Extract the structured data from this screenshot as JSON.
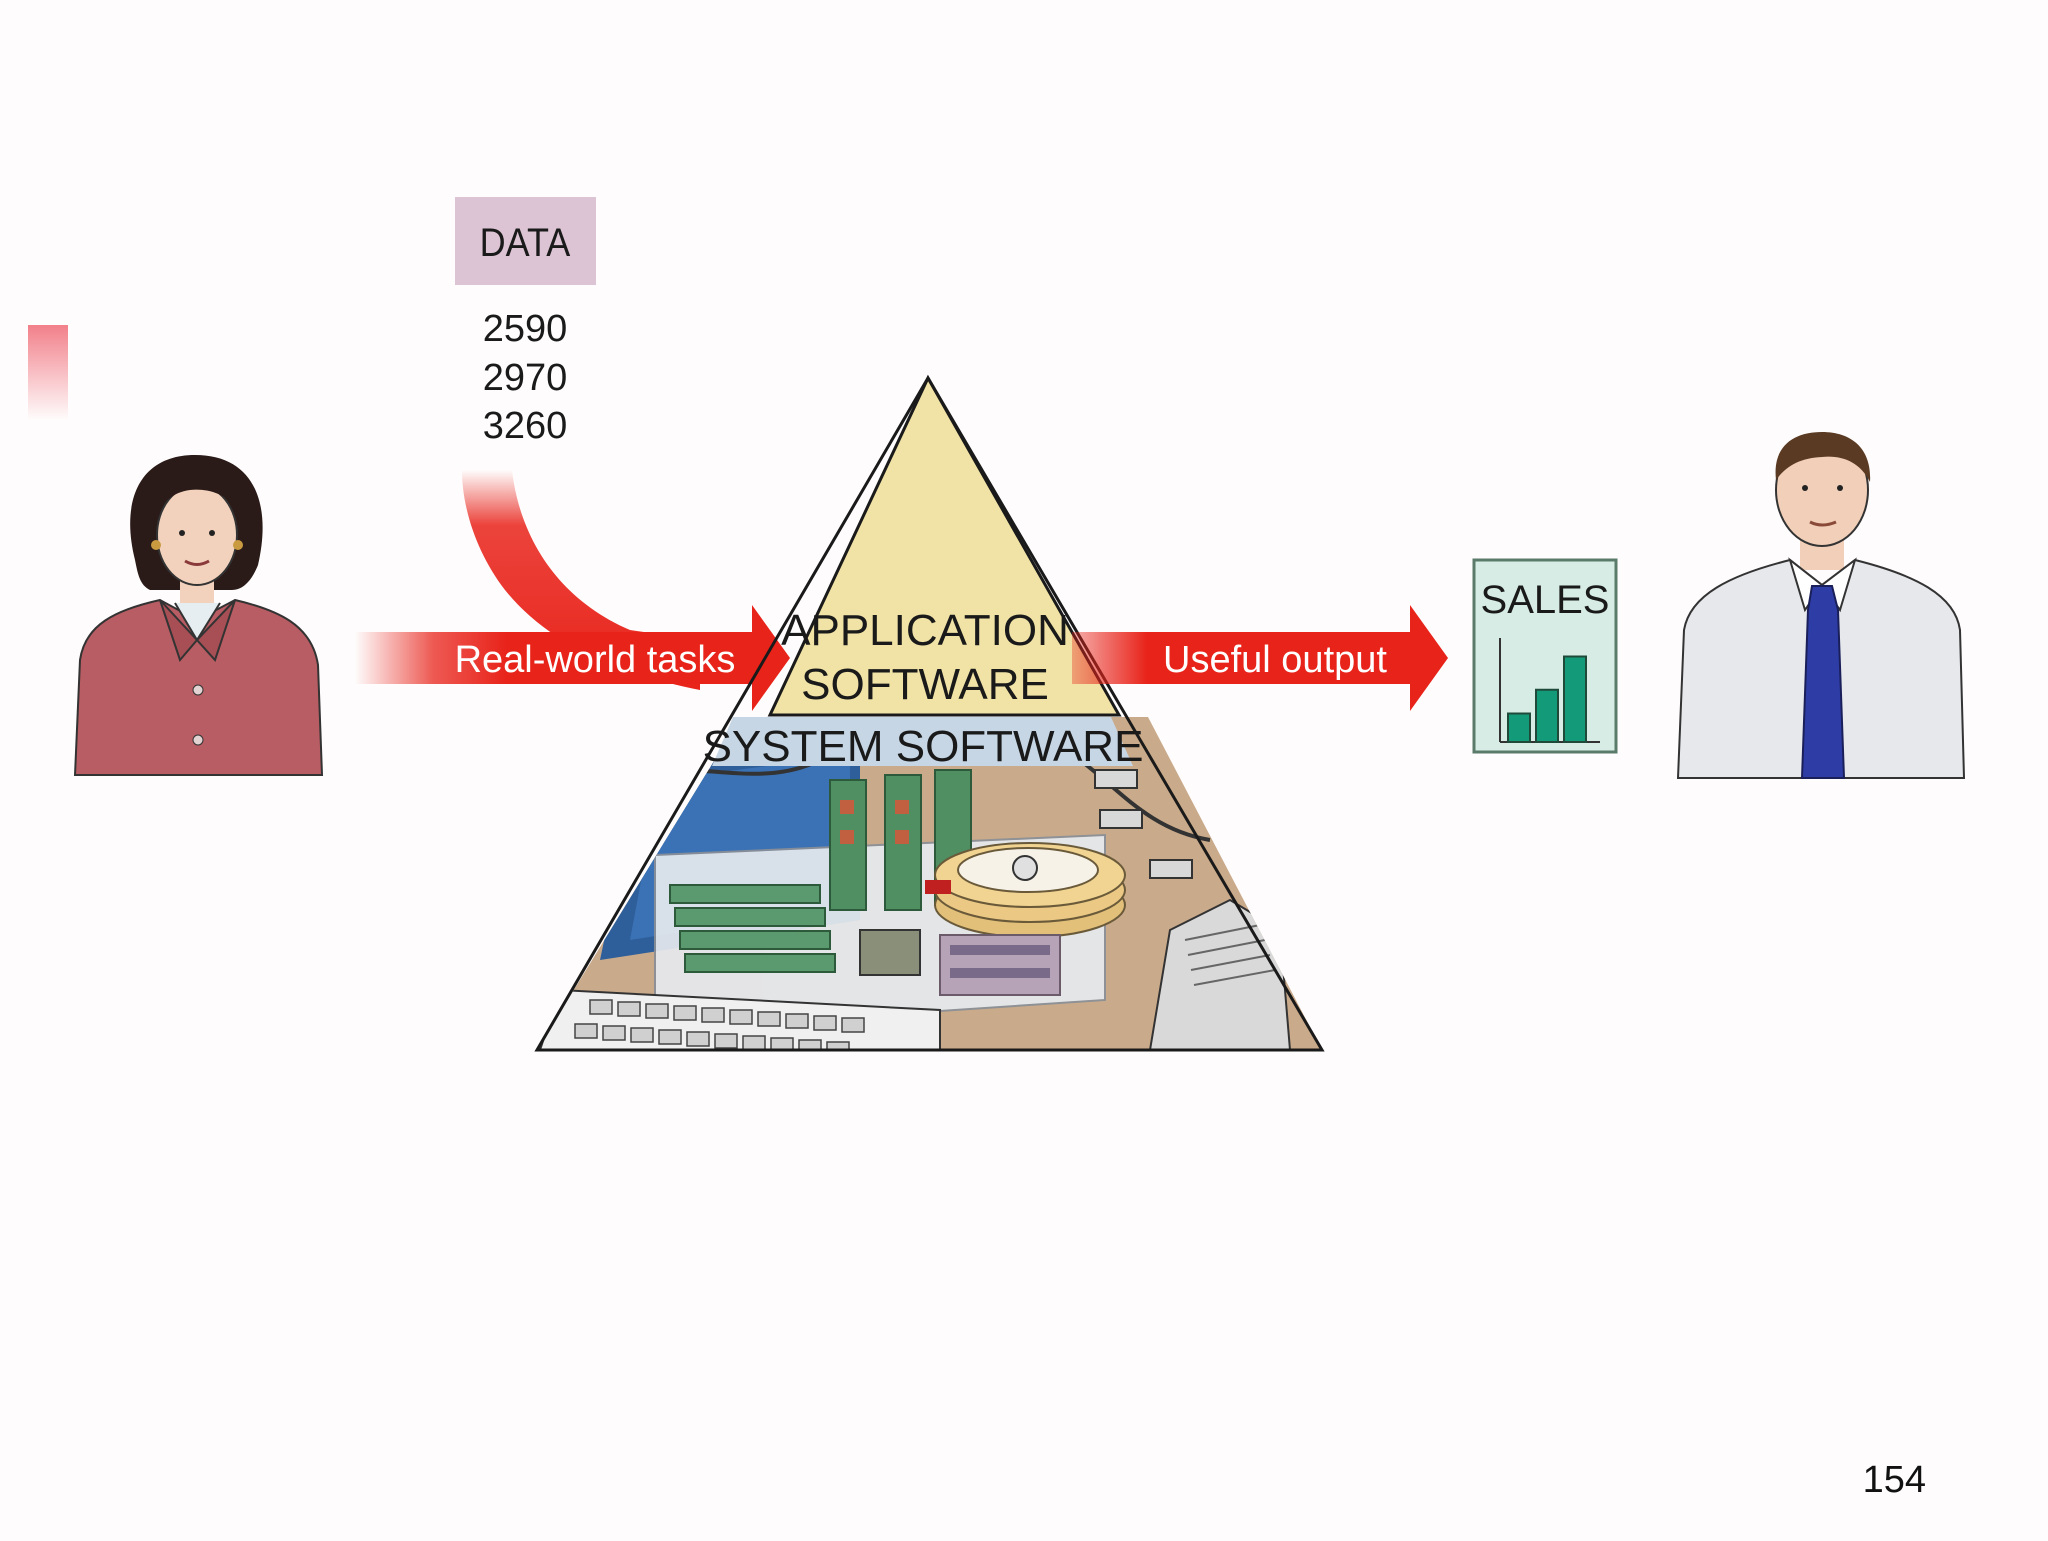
{
  "diagram": {
    "data_box": {
      "label": "DATA",
      "values": [
        "2590",
        "2970",
        "3260"
      ]
    },
    "input_arrow_label": "Real-world tasks",
    "output_arrow_label": "Useful output",
    "pyramid": {
      "top_label_line1": "APPLICATION",
      "top_label_line2": "SOFTWARE",
      "bottom_label": "SYSTEM SOFTWARE"
    },
    "report": {
      "label": "SALES",
      "bars": [
        0.3,
        0.55,
        0.9
      ]
    }
  },
  "page_number": "154",
  "colors": {
    "arrow_red": "#e8231a",
    "data_box_bg": "#dcc4d4",
    "pyramid_top": "#f1e3a6",
    "system_band": "#c6d6e4",
    "report_bg": "#d6ece4",
    "report_bar": "#139a79",
    "woman_jacket": "#b85d63",
    "man_tie": "#2e3da6"
  },
  "icons": [
    "woman-figure-icon",
    "man-figure-icon",
    "computer-hardware-icon",
    "bar-chart-icon"
  ]
}
